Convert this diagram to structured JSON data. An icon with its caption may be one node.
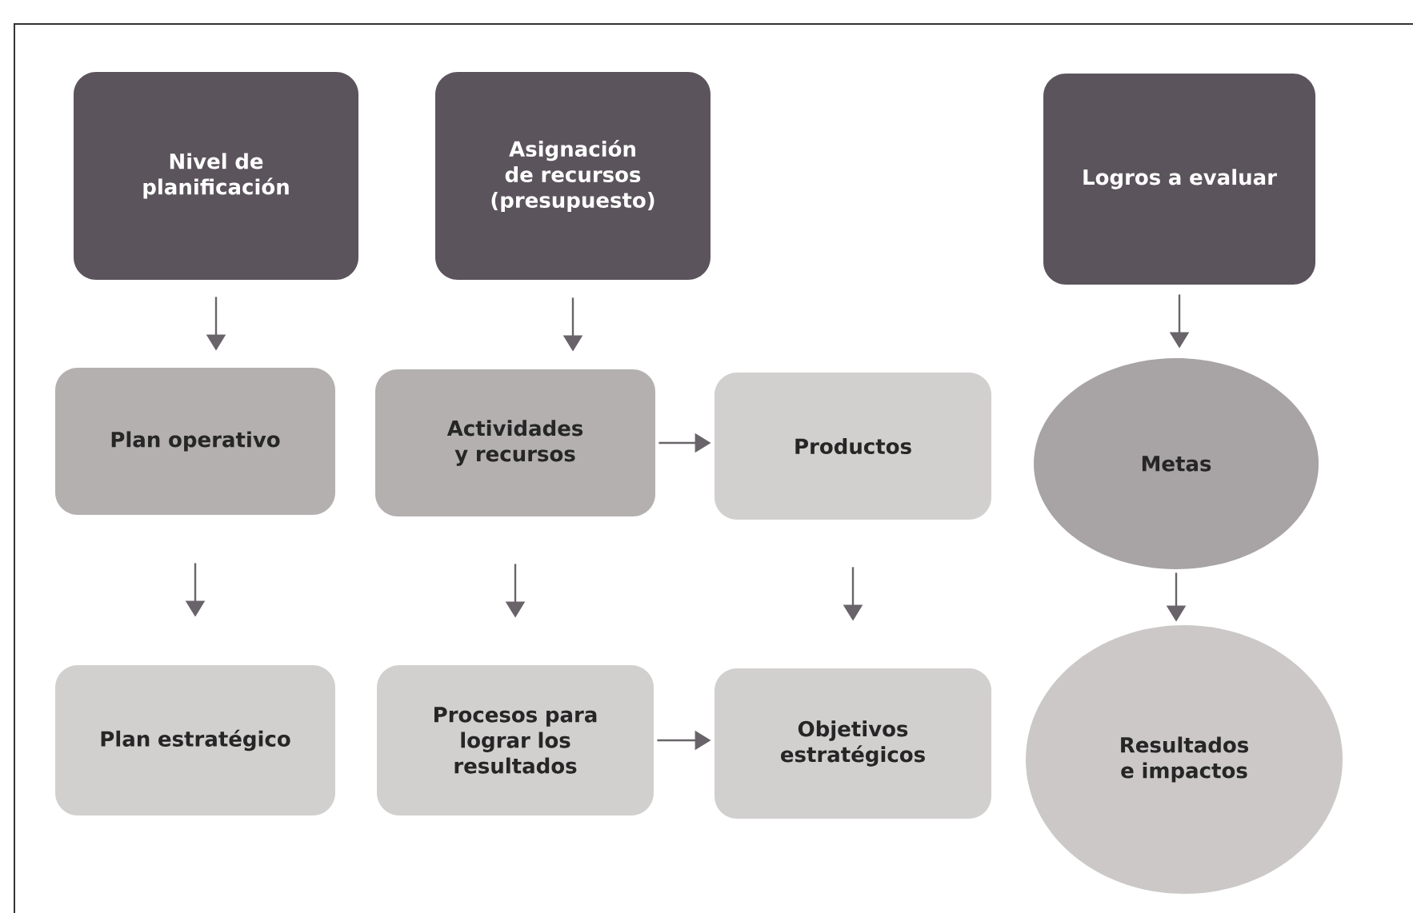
{
  "diagram": {
    "nodes": [
      {
        "text": [
          "Nivel de planificación"
        ]
      },
      {
        "text": [
          "Asignación de recursos (presupuesto)"
        ]
      },
      {
        "text": [
          "Logros a evaluar"
        ]
      },
      {
        "text": [
          "Plan operativo"
        ]
      },
      {
        "text": [
          "Actividades y recursos"
        ]
      },
      {
        "text": [
          "Productos"
        ]
      },
      {
        "text": [
          "Metas"
        ]
      },
      {
        "text": [
          "Plan estratégico"
        ]
      },
      {
        "text": [
          "Procesos para lograr los resultados"
        ]
      },
      {
        "text": [
          "Objetivos estratégicos"
        ]
      },
      {
        "text": [
          "Resultados e impactos"
        ]
      }
    ],
    "edges": [
      {
        "from": 0,
        "to": 3,
        "arrow": "to"
      },
      {
        "from": 1,
        "to": 4,
        "arrow": "to"
      },
      {
        "from": 2,
        "to": 6,
        "arrow": "to"
      },
      {
        "from": 4,
        "to": 5,
        "arrow": "to"
      },
      {
        "from": 3,
        "to": 7,
        "arrow": "to"
      },
      {
        "from": 4,
        "to": 8,
        "arrow": "to"
      },
      {
        "from": 5,
        "to": 9,
        "arrow": "to"
      },
      {
        "from": 6,
        "to": 10,
        "arrow": "to"
      },
      {
        "from": 8,
        "to": 9,
        "arrow": "to"
      }
    ]
  }
}
